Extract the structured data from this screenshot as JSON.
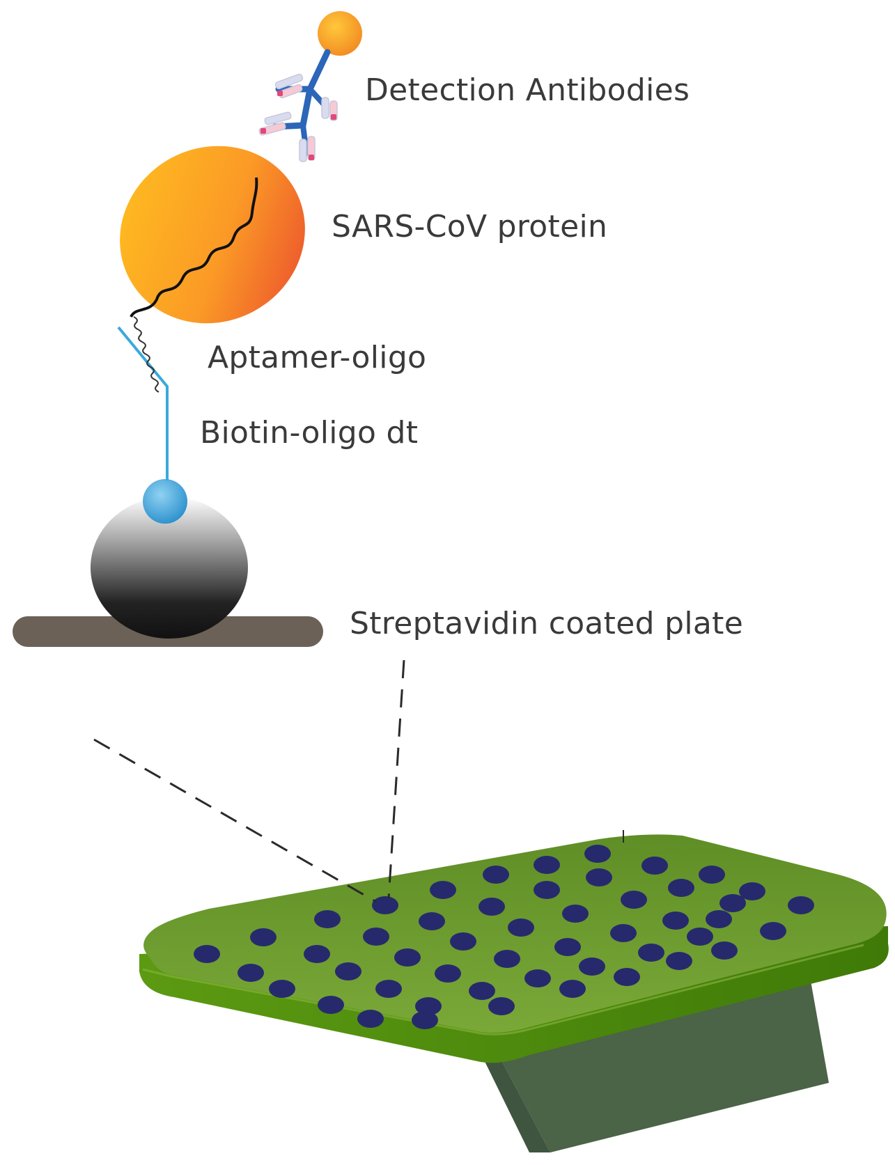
{
  "labels": {
    "detection_antibodies": "Detection Antibodies",
    "sars_cov_protein": "SARS-CoV protein",
    "aptamer_oligo": "Aptamer-oligo",
    "biotin_oligo": "Biotin-oligo dt",
    "streptavidin_plate": "Streptavidin coated plate"
  },
  "colors": {
    "protein_gradient": [
      "#ffb21e",
      "#e8482f"
    ],
    "antibody_blue": "#2b66b8",
    "antibody_tip_pink": "#e0487a",
    "linker_blue": "#39a9dc",
    "bead_dark": "#1c1c1c",
    "plate_base": "#6b6157",
    "well_plate_top": "#6a9a2c",
    "well_plate_edge": "#4e7e12",
    "well_dots": "#252a6b",
    "stand": "#4a6144",
    "text": "#3a3a3a"
  }
}
